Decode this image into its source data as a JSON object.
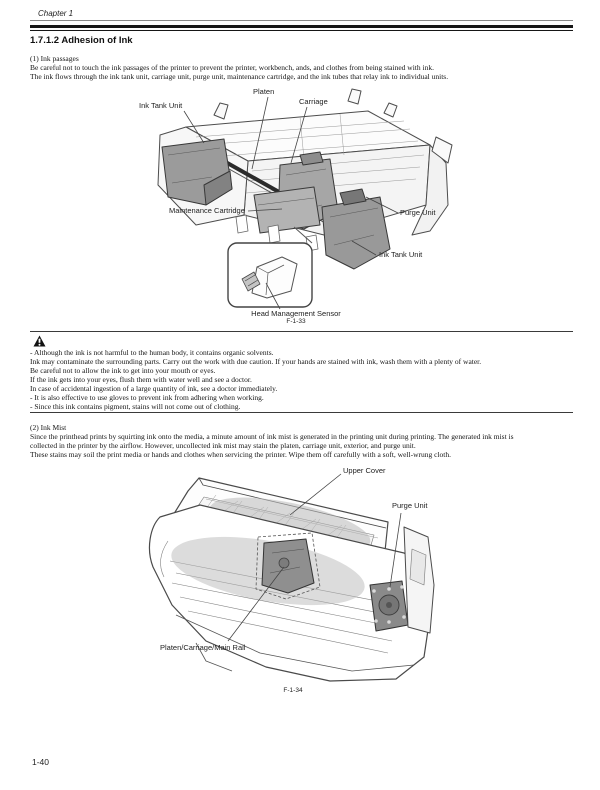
{
  "page": {
    "chapter_header": "Chapter 1",
    "section_title": "1.7.1.2 Adhesion of Ink",
    "page_number": "1-40"
  },
  "ink_passages": {
    "heading": "(1) Ink passages",
    "lines": [
      "Be careful not to touch the ink passages of the printer to prevent the printer, workbench, ands, and clothes from being stained with ink.",
      "The ink flows through the ink tank unit, carriage unit, purge unit, maintenance cartridge, and the ink tubes that relay ink to individual units."
    ]
  },
  "figure_1": {
    "caption": "F-1-33",
    "labels": {
      "platen": "Platen",
      "carriage": "Carriage",
      "ink_tank_unit_left": "Ink Tank Unit",
      "maintenance_cartridge": "Maintenance Cartridge",
      "purge_unit": "Purge Unit",
      "ink_tank_unit_right": "Ink Tank Unit",
      "head_management_sensor": "Head Management Sensor"
    }
  },
  "warning_note": {
    "icon": "warning-triangle",
    "lines": [
      "- Although the ink is not harmful to the human body, it contains organic solvents.",
      "Ink may contaminate the surrounding parts. Carry out the work with due caution. If your hands are stained with ink, wash them with a plenty of water.",
      "Be careful not to allow the ink to get into your mouth or eyes.",
      "If the ink gets into your eyes, flush them with water well and see a doctor.",
      "In case of accidental ingestion of a large quantity of ink, see a doctor immediately.",
      "- It is also effective to use gloves to prevent ink from adhering when working.",
      "- Since this ink contains pigment, stains will not come out of clothing."
    ]
  },
  "ink_mist": {
    "heading": "(2) Ink Mist",
    "lines": [
      "Since the printhead prints by squirting ink onto the media, a minute amount of ink mist is generated in the printing unit during printing. The generated ink mist is",
      "collected in the printer by the airflow. However, uncollected ink mist may stain the platen, carriage unit, exterior, and purge unit.",
      "These stains may soil the print media or hands and clothes when servicing the printer. Wipe them off carefully with a soft, well-wrung cloth."
    ]
  },
  "figure_2": {
    "caption": "F-1-34",
    "labels": {
      "upper_cover": "Upper Cover",
      "purge_unit": "Purge Unit",
      "platen_carriage_main_rail": "Platen/Carriage/Main Rail"
    }
  }
}
